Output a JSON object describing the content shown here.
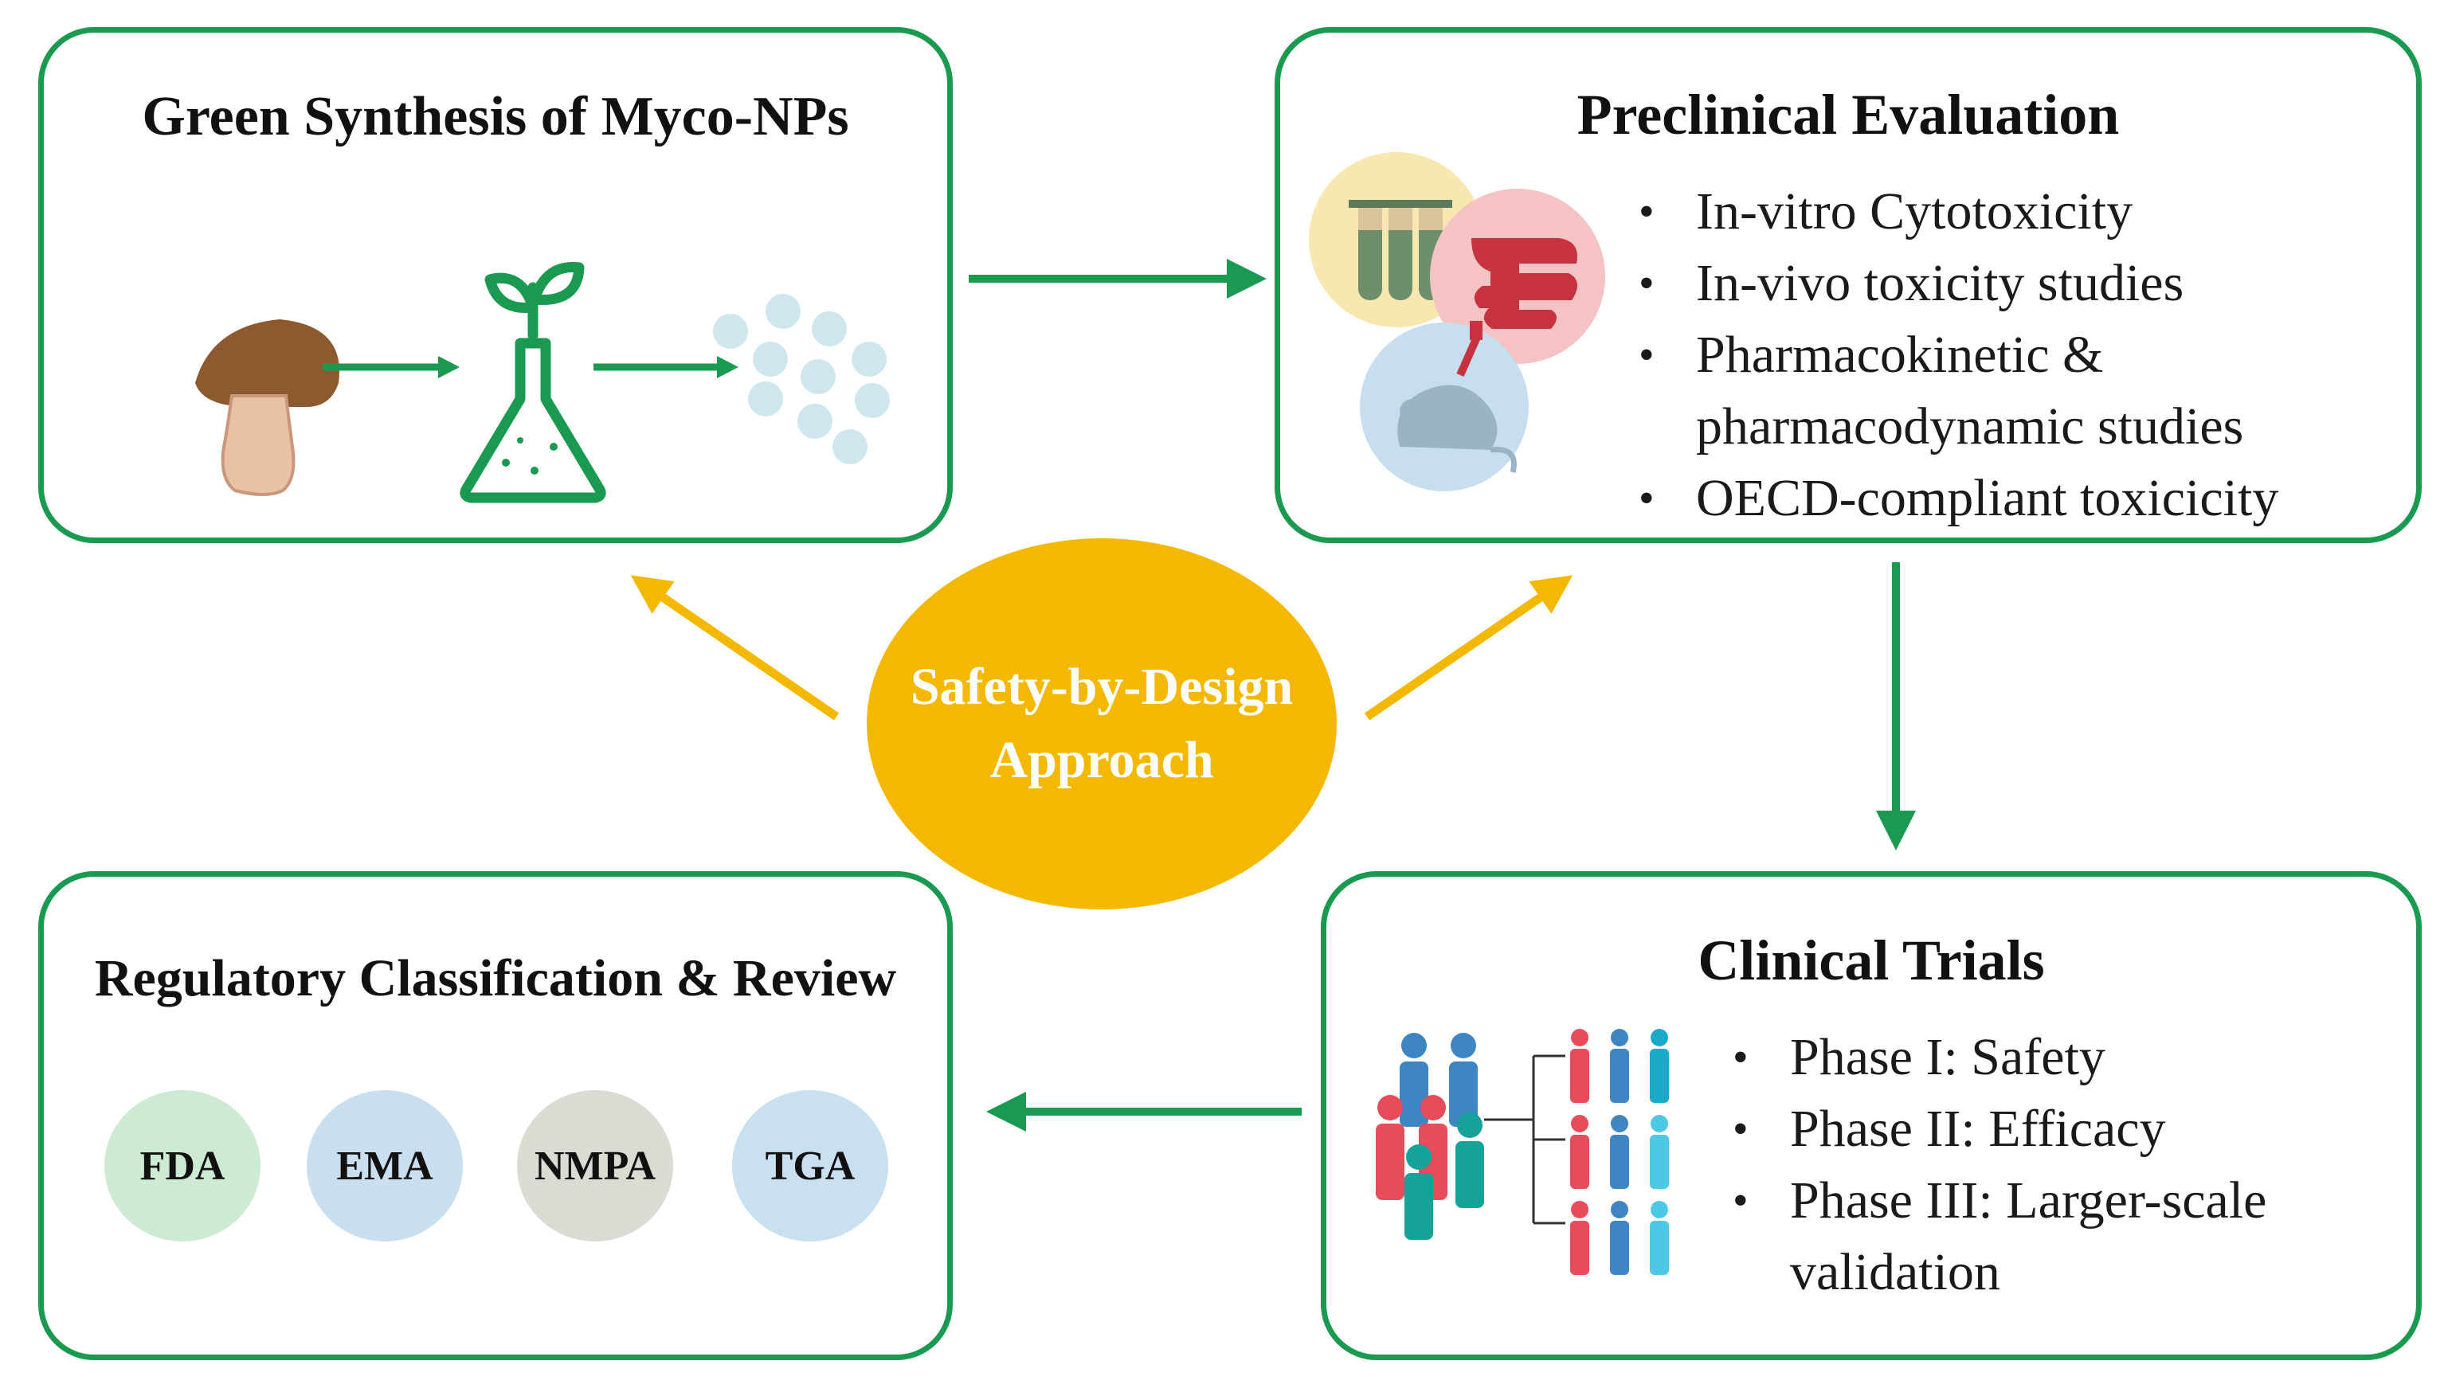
{
  "colors": {
    "panel_border": "#1a9a50",
    "flow_arrow": "#1a9a50",
    "safety_arrow": "#f5b800",
    "center_fill": "#f5b800"
  },
  "center": {
    "line1": "Safety-by-Design",
    "line2": "Approach"
  },
  "synthesis": {
    "title": "Green Synthesis of Myco-NPs",
    "icons": [
      "mushroom-icon",
      "flask-with-leaves-icon",
      "nanoparticles-icon"
    ]
  },
  "preclinical": {
    "title": "Preclinical Evaluation",
    "icons": [
      "test-tubes-icon",
      "intestine-icon",
      "mouse-icon"
    ],
    "items": [
      {
        "line1": "In-vitro Cytotoxicity",
        "line2": ""
      },
      {
        "line1": "In-vivo toxicity studies",
        "line2": ""
      },
      {
        "line1": "Pharmacokinetic &",
        "line2": "pharmacodynamic studies"
      },
      {
        "line1": "OECD-compliant toxicicity",
        "line2": ""
      }
    ]
  },
  "clinical": {
    "title": "Clinical Trials",
    "icons": [
      "people-group-icon",
      "grouped-participants-icon"
    ],
    "items": [
      {
        "line1": "Phase I: Safety",
        "line2": ""
      },
      {
        "line1": "Phase II: Efficacy",
        "line2": ""
      },
      {
        "line1": "Phase III: Larger-scale",
        "line2": "validation"
      }
    ]
  },
  "regulatory": {
    "title": "Regulatory Classification & Review",
    "agencies": [
      {
        "name": "FDA",
        "color": "#cdebd3"
      },
      {
        "name": "EMA",
        "color": "#c9dff0"
      },
      {
        "name": "NMPA",
        "color": "#d9dcd3"
      },
      {
        "name": "TGA",
        "color": "#c9e0f1"
      }
    ]
  }
}
